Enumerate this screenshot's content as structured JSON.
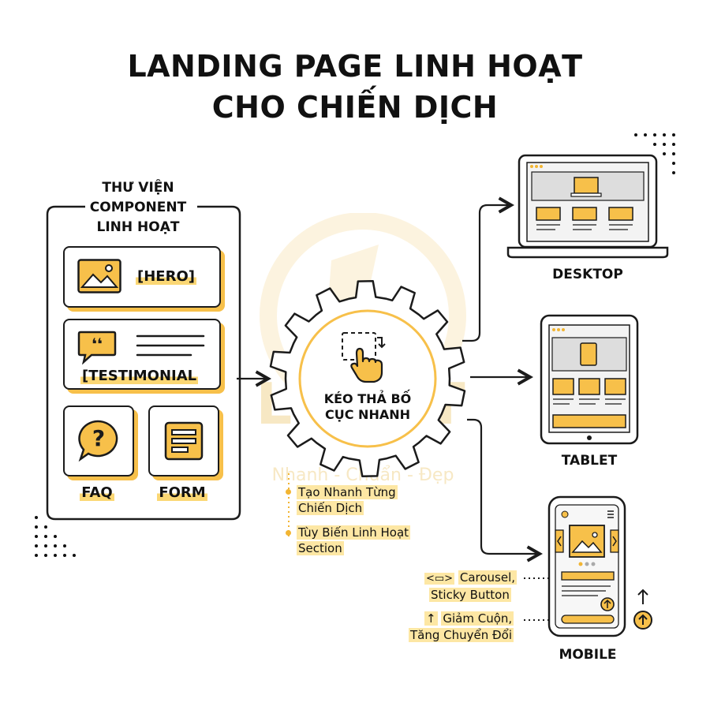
{
  "title": {
    "line1": "LANDING PAGE LINH HOẠT",
    "line2": "CHO CHIẾN DỊCH"
  },
  "library": {
    "heading_line1": "THƯ VIỆN",
    "heading_line2": "COMPONENT",
    "heading_line3": "LINH HOẠT",
    "hero_label": "[HERO]",
    "testimonial_label": "[TESTIMONIAL",
    "faq_label": "FAQ",
    "form_label": "FORM"
  },
  "gear": {
    "line1": "KÉO THẢ BỐ",
    "line2": "CỤC NHANH"
  },
  "features": [
    {
      "line1": "Tạo Nhanh Từng",
      "line2": "Chiến Dịch"
    },
    {
      "line1": "Tùy Biến Linh Hoạt",
      "line2": "Section"
    }
  ],
  "devices": {
    "desktop": "DESKTOP",
    "tablet": "TABLET",
    "mobile": "MOBILE"
  },
  "mobile_notes": {
    "carousel_line1": "Carousel,",
    "carousel_line2": "Sticky Button",
    "scroll_line1": "Giảm Cuộn,",
    "scroll_line2": "Tăng Chuyển Đổi"
  },
  "watermark": {
    "brand": "LIGHT",
    "tagline": "Nhanh - Chuẩn - Đẹp"
  },
  "colors": {
    "accent": "#f7c04a",
    "accent_light": "#fbd774",
    "ink": "#1b1b1b"
  }
}
